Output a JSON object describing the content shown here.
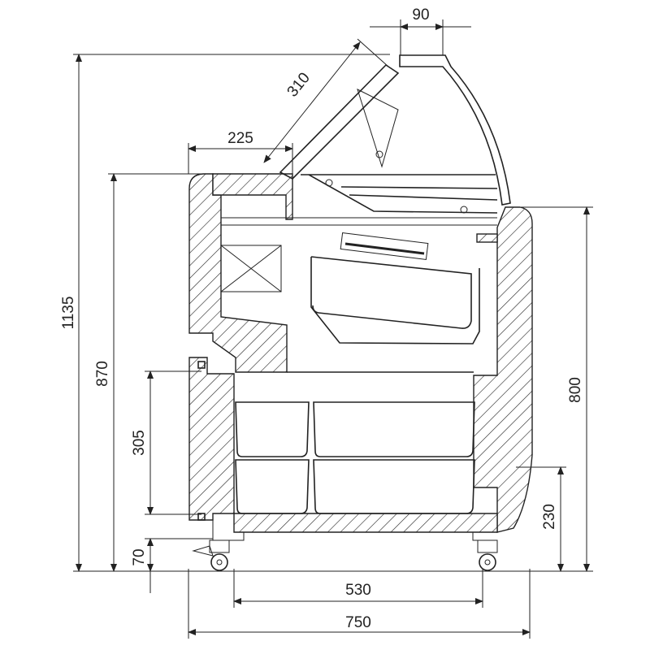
{
  "drawing": {
    "title": "Display cabinet cross-section",
    "line_color": "#222222",
    "background": "#ffffff"
  },
  "dimensions": {
    "top_width": "90",
    "glass_length": "310",
    "top_depth": "225",
    "total_height": "1135",
    "counter_height": "870",
    "right_height": "800",
    "storage_height": "305",
    "base_right_height": "230",
    "foot_height": "70",
    "inner_width": "530",
    "total_width": "750"
  }
}
